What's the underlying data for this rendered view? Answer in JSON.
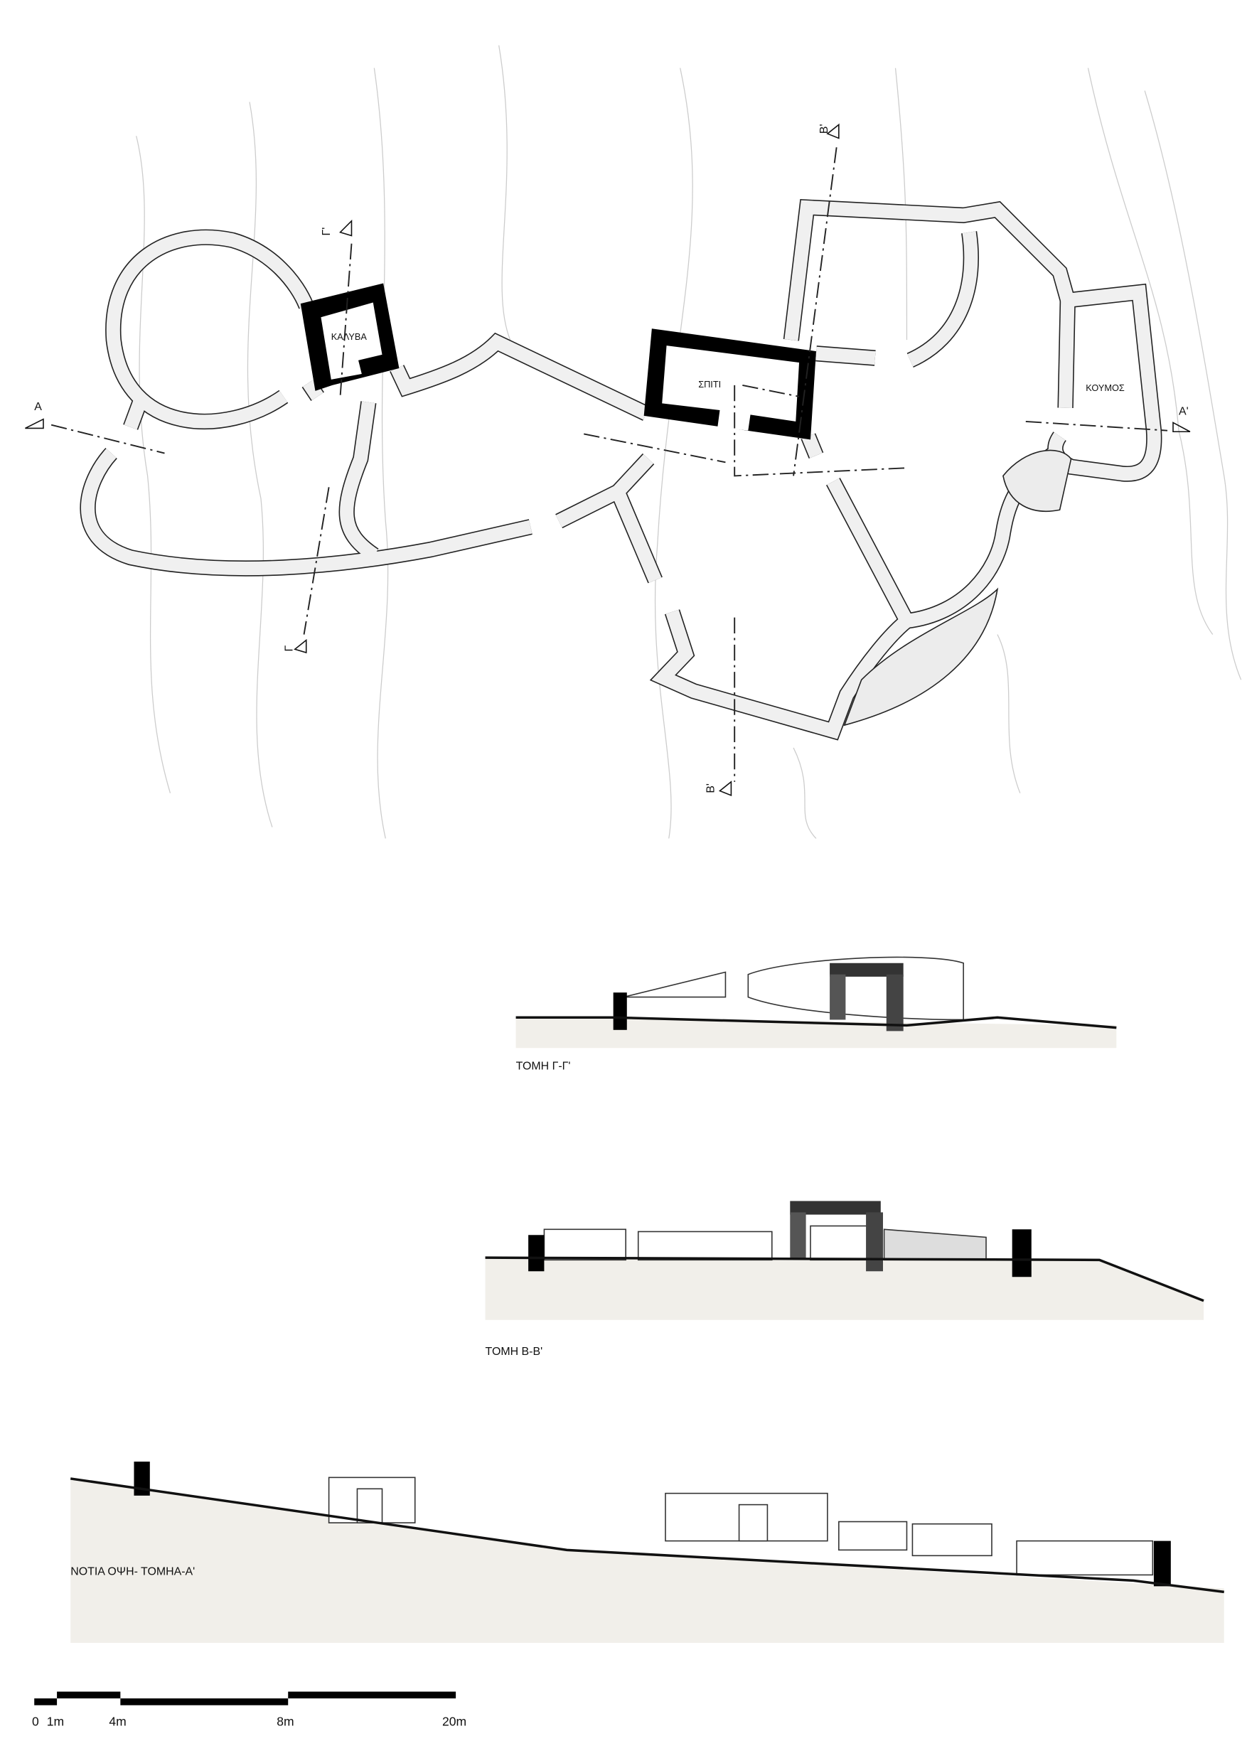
{
  "plan": {
    "rooms": {
      "kalyva": "ΚΑΛΥΒΑ",
      "spiti": "ΣΠΙΤΙ",
      "koumos": "ΚΟΥΜΟΣ"
    },
    "section_marks": {
      "a_start": "A",
      "a_end": "A'",
      "b_top": "B'",
      "b_bottom": "B'",
      "g_top": "Γ'",
      "g_bottom": "Γ"
    }
  },
  "sections": {
    "g": "ΤΟΜΗ Γ-Γ'",
    "b": "ΤΟΜΗ Β-Β'",
    "a": "ΝΟΤΙΑ ΟΨΗ- ΤΟΜΗΑ-Α'"
  },
  "scale_bar": {
    "ticks": [
      "0",
      "1m",
      "4m",
      "8m",
      "20m"
    ]
  }
}
